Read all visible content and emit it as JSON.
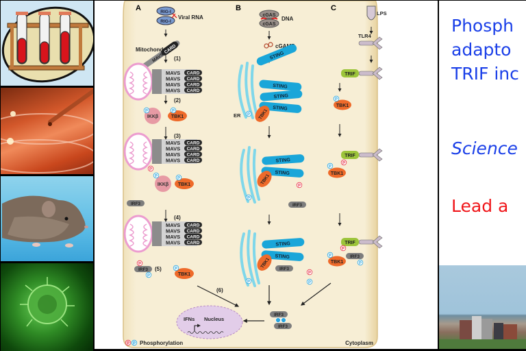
{
  "thumbnails": [
    {
      "name": "test-tubes-clipart",
      "alt": "Test tubes in a rack"
    },
    {
      "name": "petri-dishes-photo",
      "alt": "Pipette over petri dishes"
    },
    {
      "name": "mouse-photo",
      "alt": "Laboratory mouse"
    },
    {
      "name": "virus-image",
      "alt": "Green virus particle"
    }
  ],
  "figure": {
    "panel_labels": [
      "A",
      "B",
      "C"
    ],
    "panel_a": {
      "rig_i": "RIG-I",
      "viral_rna": "Viral RNA",
      "mitochondria": "Mitochondria",
      "mavs": "MAVS",
      "card": "CARD",
      "steps": [
        "(1)",
        "(2)",
        "(3)",
        "(4)",
        "(5)",
        "(6)"
      ],
      "ikkb": "IKKβ",
      "tbk1": "TBK1",
      "irf3": "IRF3"
    },
    "panel_b": {
      "cgas": "cGAS",
      "dna": "DNA",
      "cgamp": "cGAMP",
      "sting": "STING",
      "er": "ER",
      "tbk1": "TBK1",
      "irf3": "IRF3"
    },
    "panel_c": {
      "lps": "LPS",
      "tlr4": "TLR4",
      "trif": "TRIF",
      "tbk1": "TBK1",
      "irf3": "IRF3"
    },
    "nucleus": {
      "ifns": "IFNs",
      "label": "Nucleus"
    },
    "irf3_dimer": "IRF3",
    "phospho_mark": "P",
    "legend": "Phosphorylation",
    "cytoplasm": "Cytoplasm",
    "colors": {
      "cell": "#f6ecd0",
      "sting": "#1aa6d9",
      "tbk1": "#ee6a2a",
      "trif": "#9cc43a",
      "irf3": "#7d7d7d",
      "ikkb": "#e79aa4",
      "rig": "#7a9bd0",
      "mavs": "#cfcfcf",
      "card": "#2b2b2b",
      "nucleus": "#e2cde9",
      "phospho_red": "#e8334a",
      "phospho_blue": "#2aa6e0"
    }
  },
  "slide": {
    "lines": [
      {
        "text": "Phosph",
        "style": "blue"
      },
      {
        "text": "adapto",
        "style": "blue"
      },
      {
        "text": "TRIF inc",
        "style": "blue"
      },
      {
        "text": "Science",
        "style": "blue-italic"
      },
      {
        "text": "Lead a",
        "style": "red"
      }
    ],
    "photo": "city-skyline-photo"
  }
}
